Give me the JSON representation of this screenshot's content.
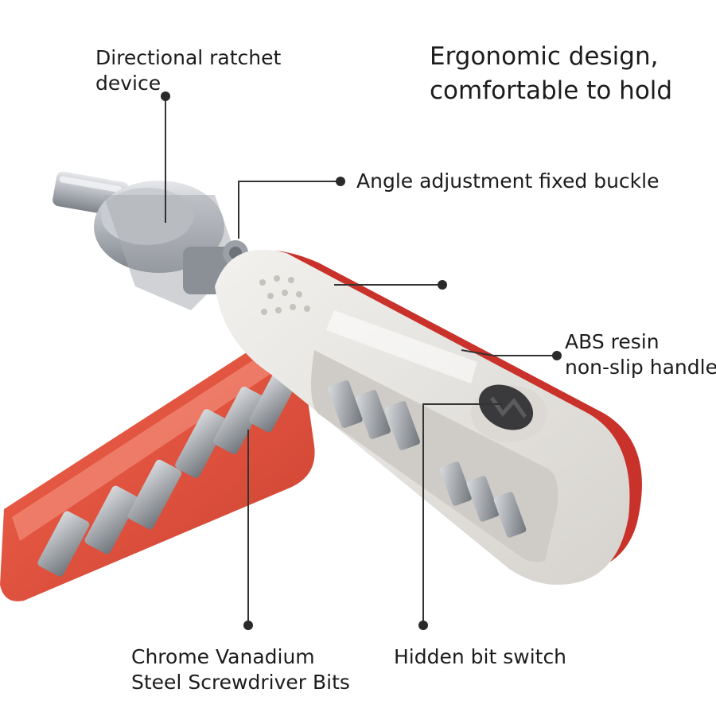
{
  "headline": {
    "line1": "Ergonomic design,",
    "line2": "comfortable to hold"
  },
  "callouts": {
    "ratchet": {
      "line1": "Directional ratchet",
      "line2": "device"
    },
    "buckle": {
      "text": "Angle adjustment fixed buckle"
    },
    "handle": {
      "line1": "ABS resin",
      "line2": "non-slip handle"
    },
    "bits": {
      "line1": "Chrome Vanadium",
      "line2": "Steel Screwdriver Bits"
    },
    "switch": {
      "text": "Hidden bit switch"
    }
  },
  "colors": {
    "background": "#ffffff",
    "handle_white": "#e9e7e3",
    "handle_red": "#c8322a",
    "bit_holder_red": "#e2402b",
    "steel": "#b8bcc2",
    "leader_line": "#333333",
    "text": "#1c1c1c"
  }
}
